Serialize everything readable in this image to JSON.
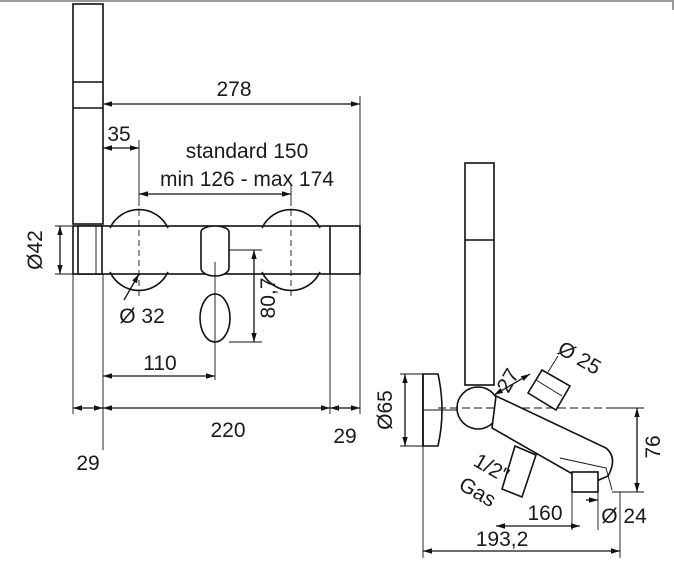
{
  "front_view": {
    "dim_overall_width": "278",
    "dim_left_offset": "35",
    "dim_standard": "standard 150",
    "dim_range": "min 126 - max 174",
    "dim_diameter_body": "Ø42",
    "dim_diameter_knob": "Ø 32",
    "dim_spout_height": "80,7",
    "dim_spout_offset": "110",
    "dim_bottom_span": "220",
    "dim_left_end": "29",
    "dim_right_end": "29"
  },
  "side_view": {
    "dim_rose": "Ø65",
    "dim_connector": "Ø 25",
    "dim_connector_len": "27",
    "dim_height": "76",
    "dim_thread": "1/2\"",
    "dim_thread_type": "Gas",
    "dim_spout_len": "160",
    "dim_outlet": "Ø 24",
    "dim_total_depth": "193,2"
  }
}
